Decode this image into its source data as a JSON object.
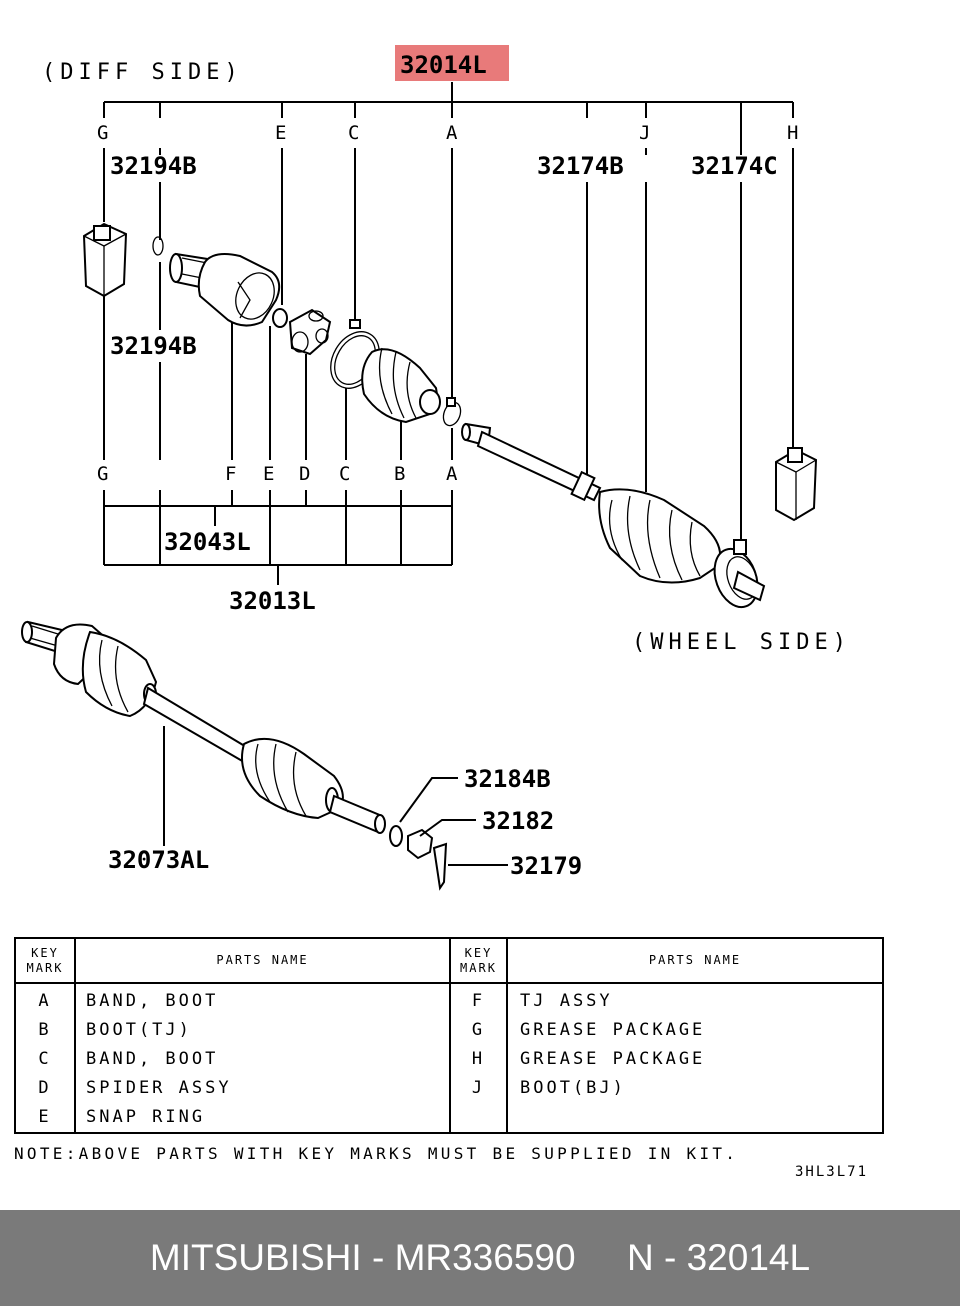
{
  "diagram": {
    "diff_side_label": "(DIFF SIDE)",
    "wheel_side_label": "(WHEEL SIDE)",
    "main_part_number": "32014L",
    "highlight_color": "#e87a7a",
    "top_key_marks": [
      "G",
      "E",
      "C",
      "A",
      "J",
      "H"
    ],
    "bottom_key_marks": [
      "G",
      "F",
      "E",
      "D",
      "C",
      "B",
      "A"
    ],
    "part_numbers": {
      "grease_diff_top": "32194B",
      "grease_diff_lower": "32194B",
      "boot_bj_band": "32174B",
      "grease_wheel": "32174C",
      "tj_kit": "32043L",
      "tj_assy_kit": "32013L",
      "drive_shaft": "32073AL",
      "washer": "32184B",
      "nut": "32182",
      "cotter_pin": "32179"
    }
  },
  "legend": {
    "key_mark_header": "KEY MARK",
    "parts_name_header": "PARTS NAME",
    "left_rows": [
      {
        "mark": "A",
        "name": "BAND, BOOT"
      },
      {
        "mark": "B",
        "name": "BOOT(TJ)"
      },
      {
        "mark": "C",
        "name": "BAND, BOOT"
      },
      {
        "mark": "D",
        "name": "SPIDER ASSY"
      },
      {
        "mark": "E",
        "name": "SNAP RING"
      }
    ],
    "right_rows": [
      {
        "mark": "F",
        "name": "TJ ASSY"
      },
      {
        "mark": "G",
        "name": "GREASE PACKAGE"
      },
      {
        "mark": "H",
        "name": "GREASE PACKAGE"
      },
      {
        "mark": "J",
        "name": "BOOT(BJ)"
      }
    ]
  },
  "note": "NOTE:ABOVE PARTS WITH KEY MARKS MUST BE SUPPLIED IN KIT.",
  "drawing_code": "3HL3L71",
  "footer": {
    "brand": "MITSUBISHI",
    "part_number": "MR336590",
    "catalog_ref": "N - 32014L",
    "background": "#7a7a7a"
  }
}
